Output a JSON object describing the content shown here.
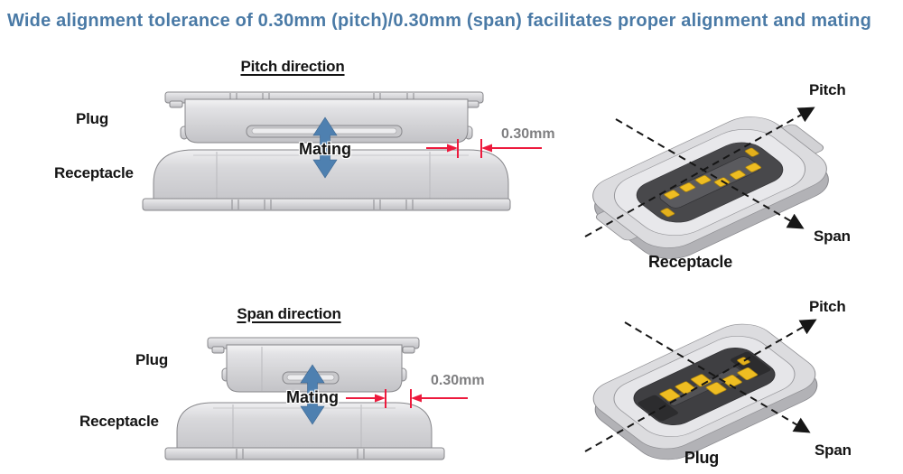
{
  "title": "Wide alignment tolerance of 0.30mm (pitch)/0.30mm (span) facilitates proper alignment and mating",
  "pitch_section": {
    "heading": "Pitch direction",
    "plug_label": "Plug",
    "receptacle_label": "Receptacle",
    "mating_label": "Mating",
    "tolerance": "0.30mm"
  },
  "span_section": {
    "heading": "Span direction",
    "plug_label": "Plug",
    "receptacle_label": "Receptacle",
    "mating_label": "Mating",
    "tolerance": "0.30mm"
  },
  "receptacle_iso": {
    "caption": "Receptacle",
    "pitch_axis": "Pitch",
    "span_axis": "Span"
  },
  "plug_iso": {
    "caption": "Plug",
    "pitch_axis": "Pitch",
    "span_axis": "Span"
  },
  "colors": {
    "title_blue": "#4a7aa6",
    "mating_arrow_blue": "#4e80b0",
    "dimension_red": "#ed1a3d",
    "dimension_text_gray": "#7f7f81"
  }
}
